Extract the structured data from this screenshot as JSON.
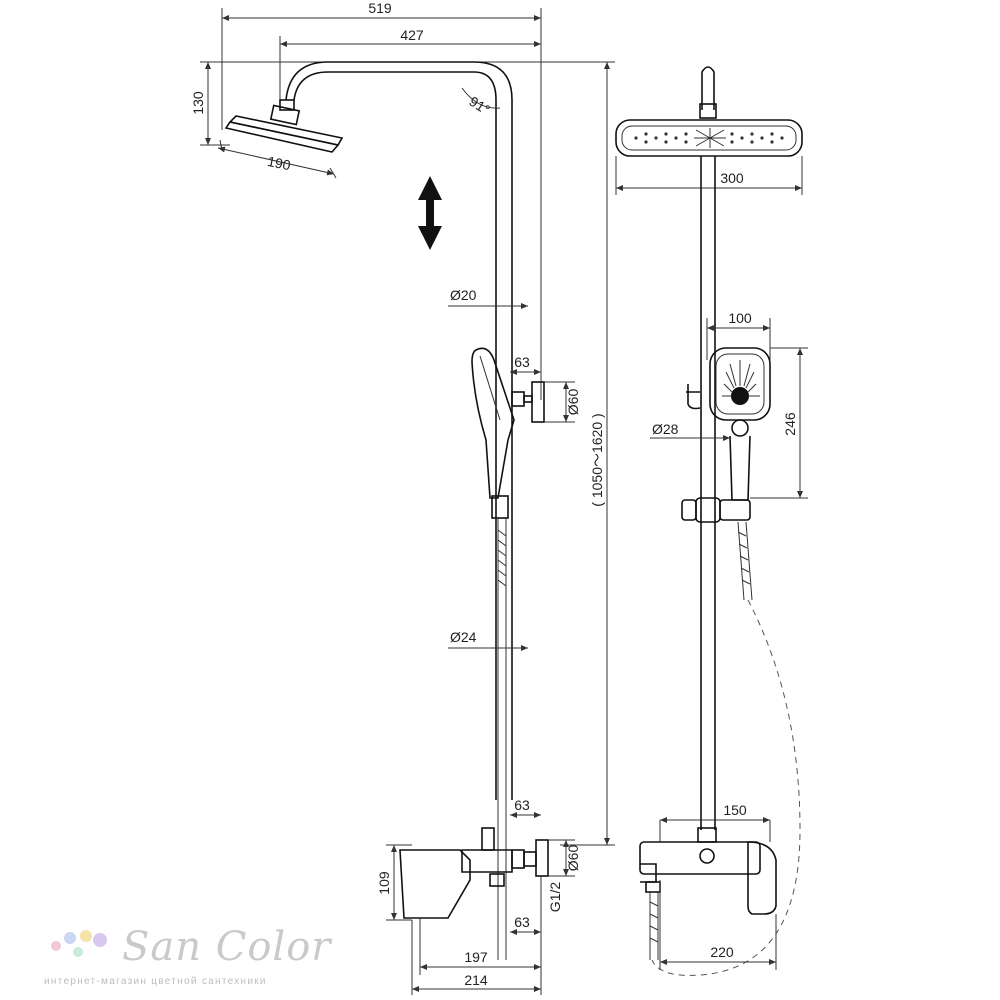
{
  "dimensions": {
    "d519": "519",
    "d427": "427",
    "d130": "130",
    "d190": "190",
    "angle": "91°",
    "d_phi20": "Ø20",
    "d63_top": "63",
    "d_phi60_top": "Ø60",
    "range": "( 1050～1620 )",
    "d_phi24": "Ø24",
    "d63_mid": "63",
    "d109": "109",
    "d_phi60_bottom": "Ø60",
    "thread": "G1/2",
    "d63_bottom": "63",
    "d197": "197",
    "d214": "214",
    "d300": "300",
    "d100": "100",
    "d246": "246",
    "d_phi28": "Ø28",
    "d150": "150",
    "d220": "220"
  },
  "brand": {
    "name": "San Color",
    "tagline": "интернет-магазин цветной сантехники",
    "dot_colors": [
      "#f4c7d6",
      "#c9d7f2",
      "#f6e2a8",
      "#d8c7ef",
      "#c8ead6"
    ]
  }
}
